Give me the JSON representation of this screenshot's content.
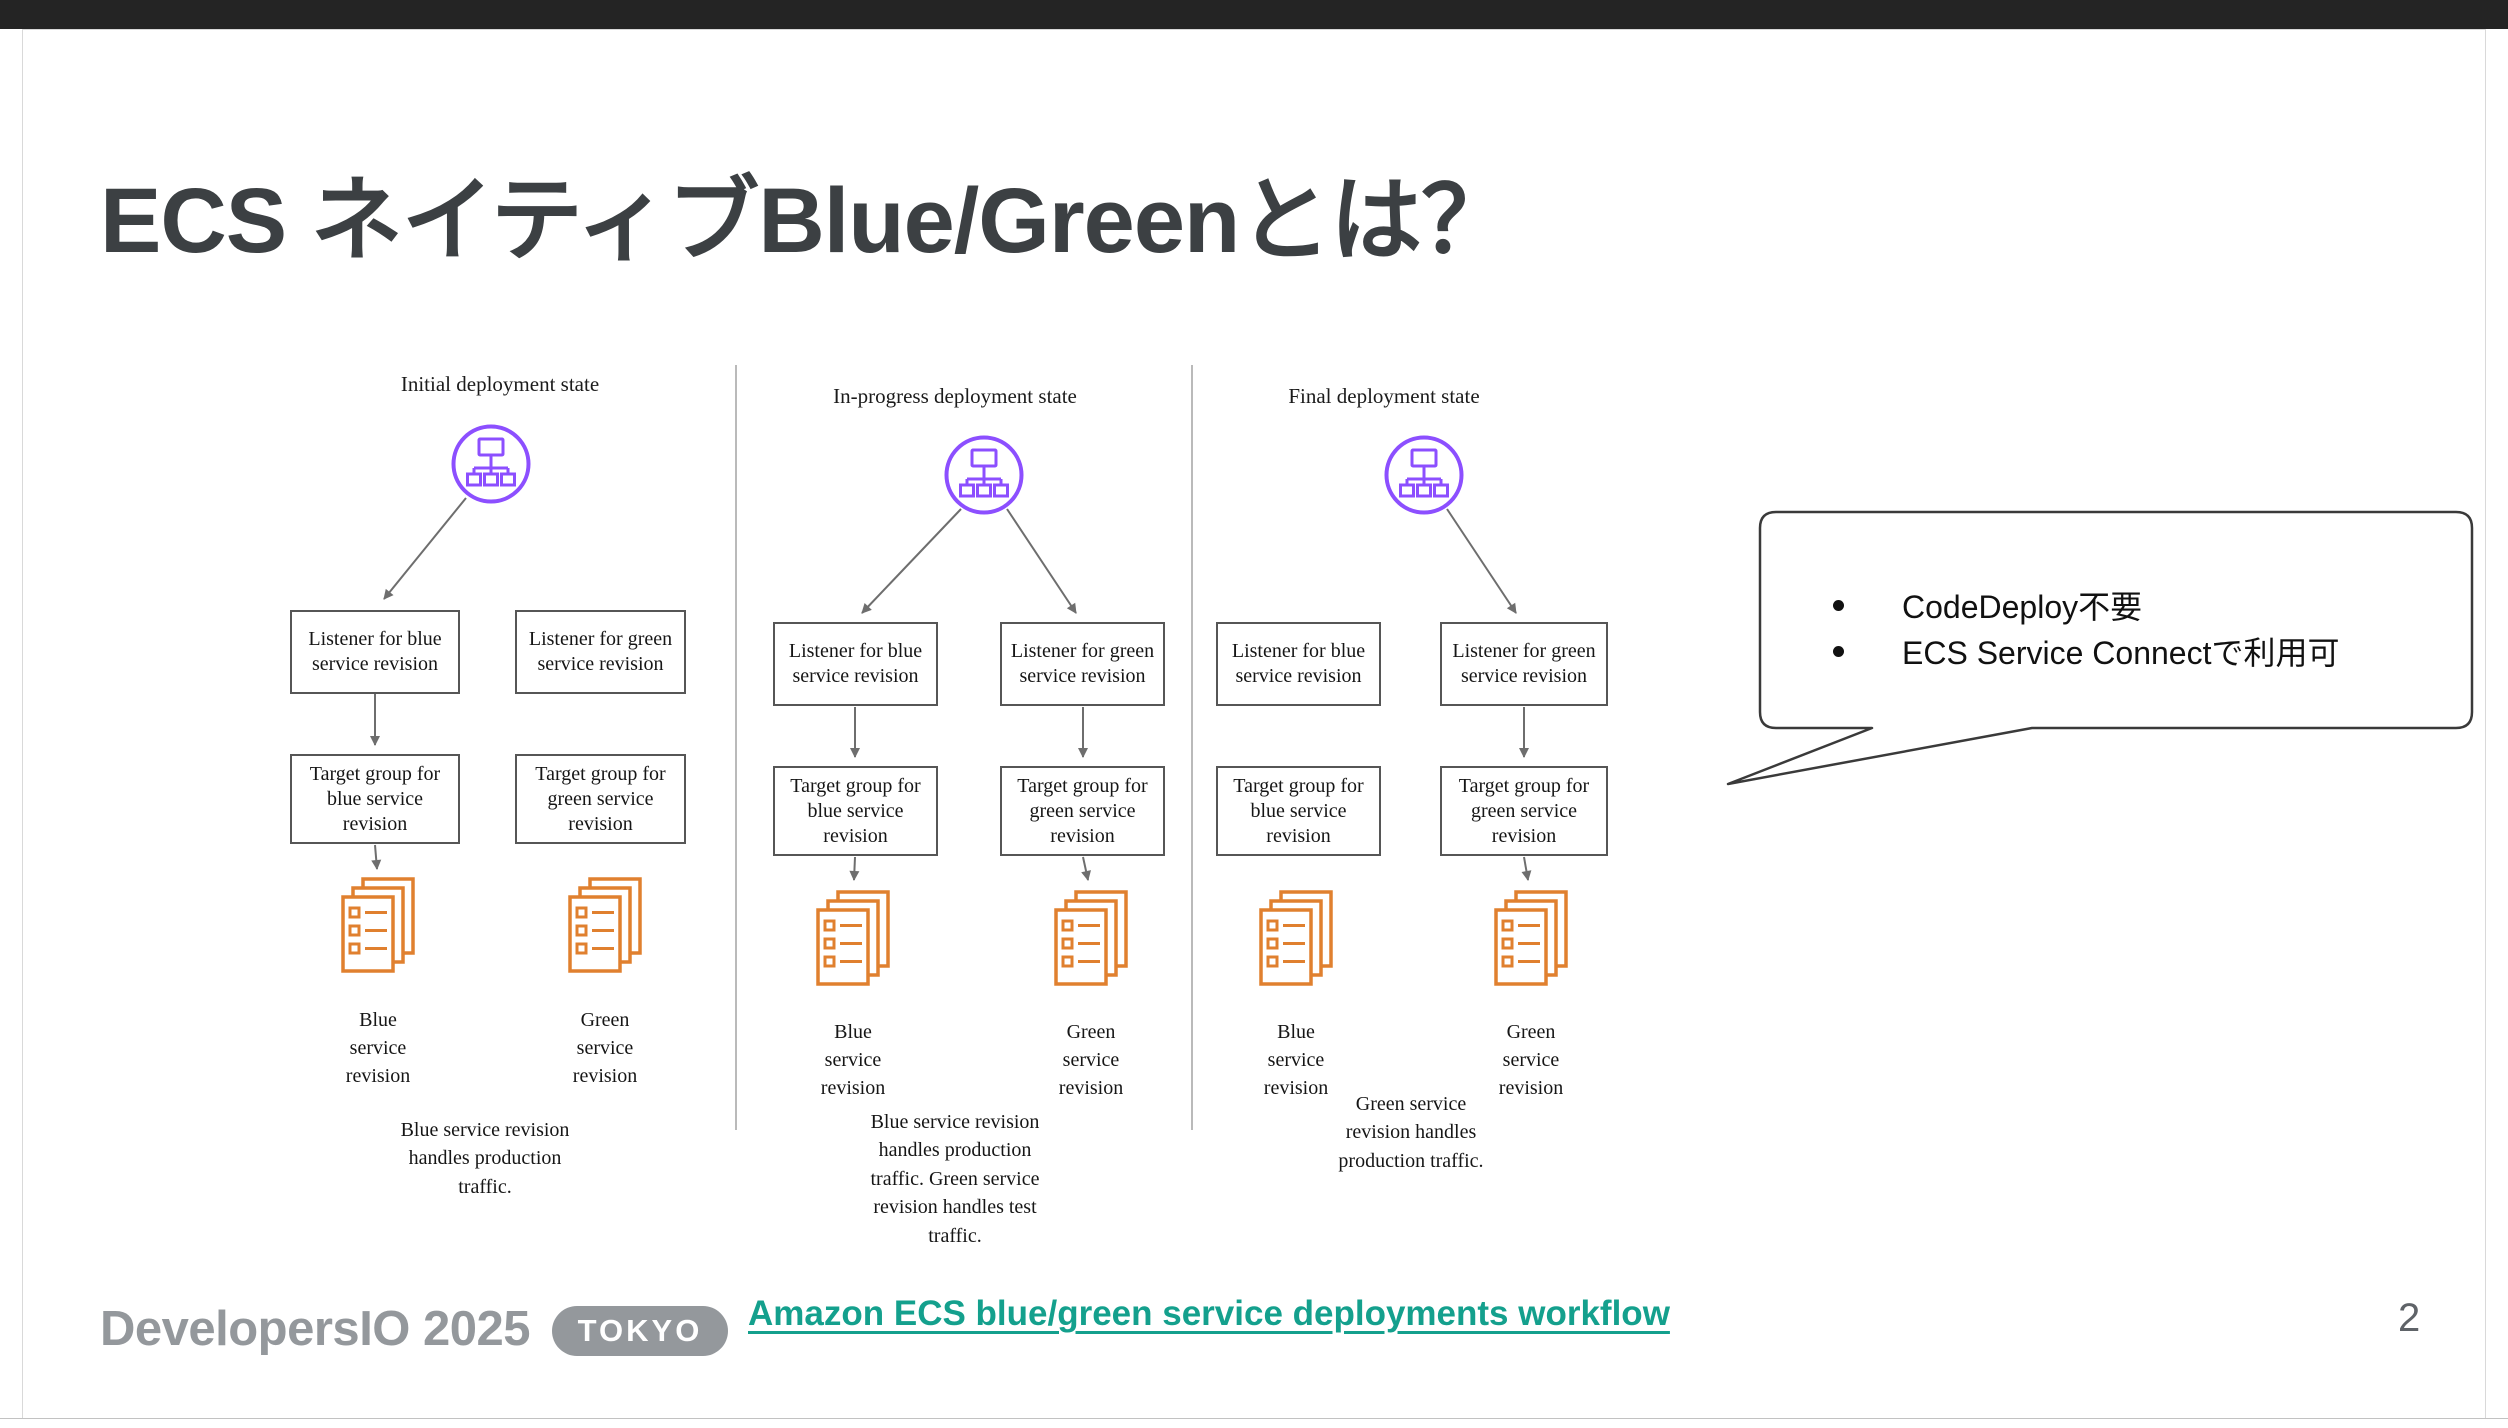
{
  "colors": {
    "purple": "#8C4FFF",
    "orange": "#E0802F",
    "teal": "#14A08D",
    "footer-gray": "#94989C"
  },
  "slide": {
    "title": "ECS ネイティブBlue/Greenとは？",
    "page_number": "2"
  },
  "icons": {
    "load_balancer": "load-balancer-icon (purple circle with node tree)",
    "service_revision": "service-revision-documents-icon (orange stacked task lists)"
  },
  "diagram": {
    "columns": [
      {
        "header": "Initial deployment state",
        "listener_blue": "Listener for blue service revision",
        "listener_green": "Listener for green service revision",
        "target_blue": "Target group for blue service revision",
        "target_green": "Target group for green service revision",
        "blue_label": "Blue\nservice\nrevision",
        "green_label": "Green\nservice\nrevision",
        "caption": "Blue service revision\nhandles production\ntraffic."
      },
      {
        "header": "In-progress deployment state",
        "listener_blue": "Listener for blue service revision",
        "listener_green": "Listener for green service revision",
        "target_blue": "Target group for blue service revision",
        "target_green": "Target group for green service revision",
        "blue_label": "Blue\nservice\nrevision",
        "green_label": "Green\nservice\nrevision",
        "caption": "Blue service revision\nhandles production\ntraffic. Green service\nrevision handles test\ntraffic."
      },
      {
        "header": "Final deployment state",
        "listener_blue": "Listener for blue service revision",
        "listener_green": "Listener for green service revision",
        "target_blue": "Target group for blue service revision",
        "target_green": "Target group for green service revision",
        "blue_label": "Blue\nservice\nrevision",
        "green_label": "Green\nservice\nrevision",
        "caption": "Green service\nrevision handles\nproduction traffic."
      }
    ]
  },
  "callout": {
    "items": [
      "CodeDeploy不要",
      "ECS Service Connectで利用可"
    ]
  },
  "footer": {
    "logo_text": "DevelopersIO 2025",
    "badge": "TOKYO",
    "link_text": "Amazon ECS blue/green service deployments workflow"
  }
}
